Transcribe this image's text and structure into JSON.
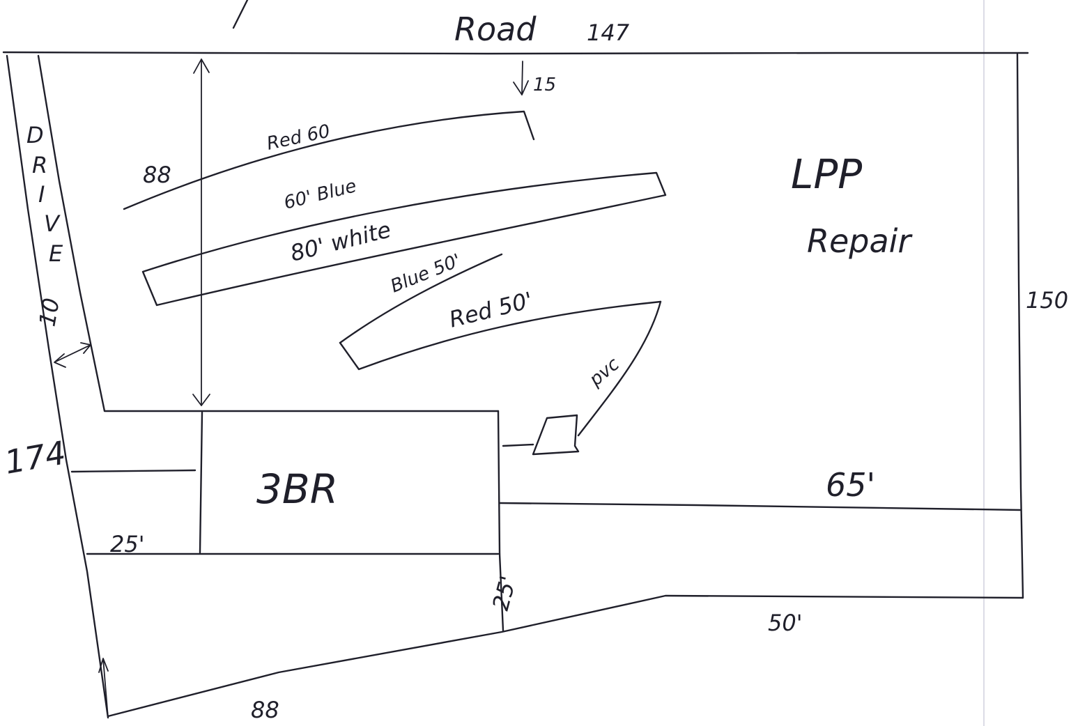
{
  "labels": {
    "road": "Road",
    "road_length": "147",
    "right_side": "150",
    "left_side": "174",
    "setback_top": "15",
    "drive": "DRIVE",
    "drive_width": "10",
    "depth_88": "88",
    "bottom_88": "88",
    "house": "3BR",
    "lpp_line1": "LPP",
    "lpp_line2": "Repair",
    "red_60": "Red 60",
    "blue_60": "60' Blue",
    "white_80": "80' white",
    "blue_50": "Blue 50'",
    "red_50": "Red 50'",
    "pvc": "pvc",
    "dim_65": "65'",
    "dim_50": "50'",
    "dim_25_left": "25'",
    "dim_25_mid": "25'"
  },
  "drive_letters": [
    "D",
    "R",
    "I",
    "V",
    "E"
  ]
}
